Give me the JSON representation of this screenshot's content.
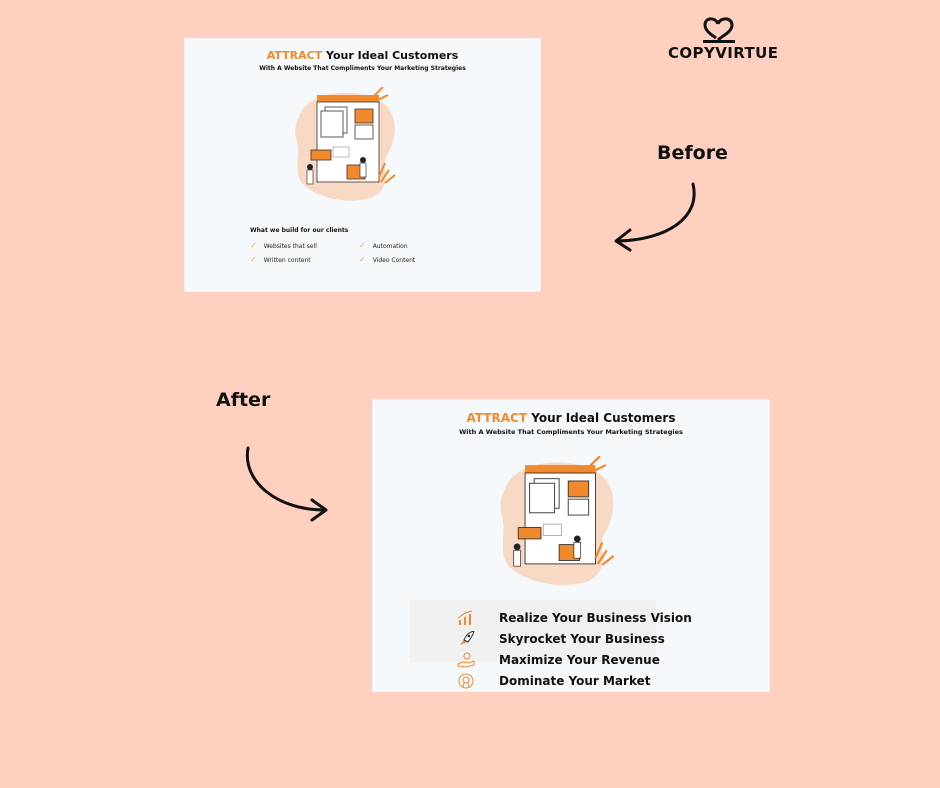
{
  "brand": {
    "name": "COPYVIRTUE",
    "mark": "heart-logo-icon"
  },
  "labels": {
    "before": "Before",
    "after": "After"
  },
  "before_card": {
    "headline_accent": "ATTRACT",
    "headline_rest": " Your Ideal Customers",
    "subheadline": "With A Website That Compliments Your Marketing Strategies",
    "section_title": "What we build for our clients",
    "items": [
      "Websites that sell",
      "Automation",
      "Written content",
      "Video Content"
    ]
  },
  "after_card": {
    "headline_accent": "ATTRACT",
    "headline_rest": " Your Ideal Customers",
    "subheadline": "With A Website That Compliments Your Marketing Strategies",
    "benefits": [
      {
        "icon": "growth-chart-icon",
        "text": "Realize Your Business Vision"
      },
      {
        "icon": "rocket-icon",
        "text": "Skyrocket Your Business"
      },
      {
        "icon": "money-hand-icon",
        "text": "Maximize Your Revenue"
      },
      {
        "icon": "target-award-icon",
        "text": "Dominate Your Market"
      }
    ]
  },
  "colors": {
    "background": "#ffd0bf",
    "accent": "#f08a2c",
    "card": "#f6f9fb",
    "text": "#111111"
  }
}
